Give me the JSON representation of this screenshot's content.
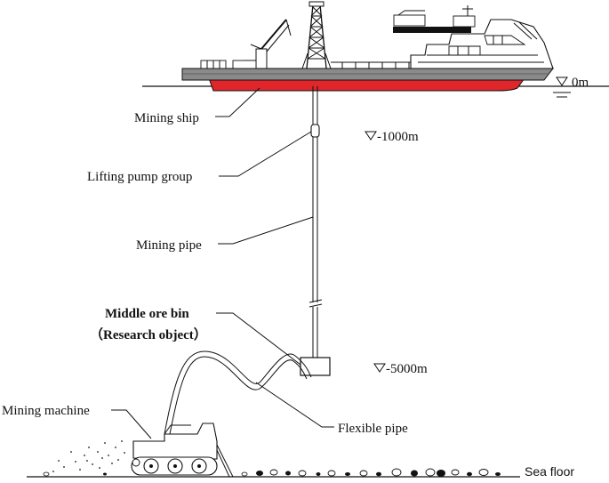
{
  "depths": {
    "surface": "0m",
    "pump": "-1000m",
    "bin": "-5000m"
  },
  "labels": {
    "mining_ship": "Mining ship",
    "lifting_pump_group": "Lifting pump group",
    "mining_pipe": "Mining pipe",
    "middle_ore_bin": "Middle ore bin",
    "research_object": "（Research object）",
    "mining_machine": "Mining machine",
    "flexible_pipe": "Flexible pipe",
    "sea_floor": "Sea floor"
  },
  "colors": {
    "hull_bottom": "#e0262a",
    "hull_deck": "#8a8a8a"
  },
  "icons": {
    "depth_marker": "inverted-triangle-icon"
  }
}
